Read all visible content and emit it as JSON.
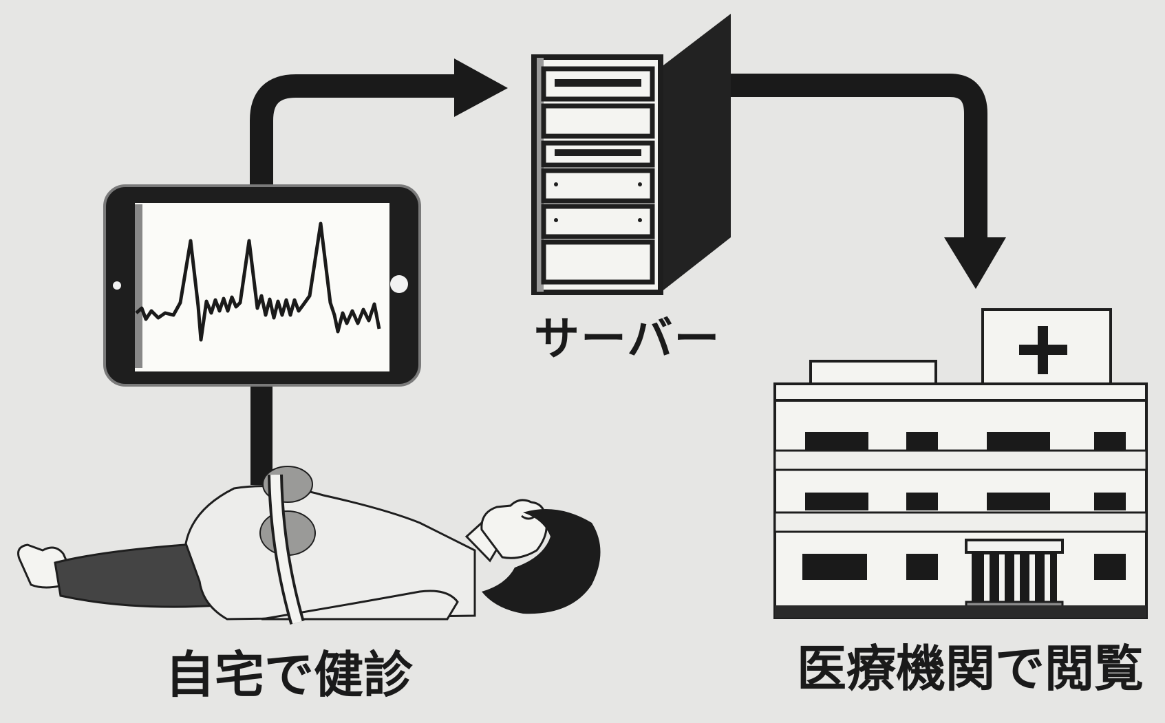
{
  "labels": {
    "server": "サーバー",
    "home_checkup": "自宅で健診",
    "hospital_view": "医療機関で閲覧"
  },
  "colors": {
    "background": "#e6e6e4",
    "ink": "#1a1a1a",
    "device_body": "#1e1e1e",
    "screen": "#fbfbf8",
    "shirt": "#ededeb",
    "pants": "#444444",
    "sensor": "#9a9a98",
    "hair": "#1c1c1c"
  },
  "icons": [
    "tablet-icon",
    "server-icon",
    "hospital-icon",
    "patient-icon",
    "ecg-waveform-icon",
    "plus-cross-icon"
  ]
}
